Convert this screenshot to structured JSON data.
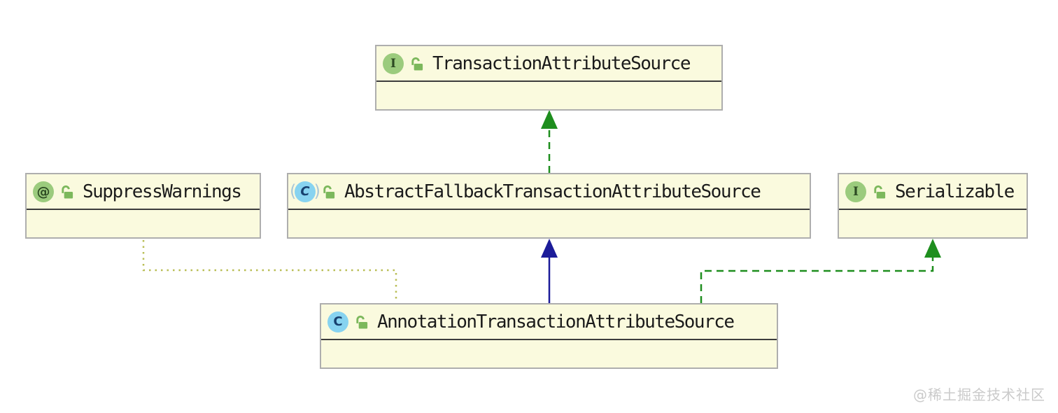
{
  "diagram": {
    "nodes": [
      {
        "name": "TransactionAttributeSource",
        "kind": "interface",
        "icon_letter": "I"
      },
      {
        "name": "SuppressWarnings",
        "kind": "annotation",
        "icon_letter": "@"
      },
      {
        "name": "AbstractFallbackTransactionAttributeSource",
        "kind": "abstract-class",
        "icon_letter": "C"
      },
      {
        "name": "Serializable",
        "kind": "interface",
        "icon_letter": "I"
      },
      {
        "name": "AnnotationTransactionAttributeSource",
        "kind": "class",
        "icon_letter": "C"
      }
    ],
    "edge_colors": {
      "realization": "#1e8e1e",
      "extends": "#1c1c99",
      "annotation_dependency": "#b9be55"
    },
    "node_colors": {
      "fill": "#fafade",
      "border": "#aeaeae",
      "divider": "#3c3c3c",
      "icon_green": "#9bcb7d",
      "icon_blue": "#87d3f0",
      "lock_green": "#7cb85c"
    }
  },
  "watermark": {
    "text": "@稀土掘金技术社区",
    "color": "#cacaca"
  }
}
